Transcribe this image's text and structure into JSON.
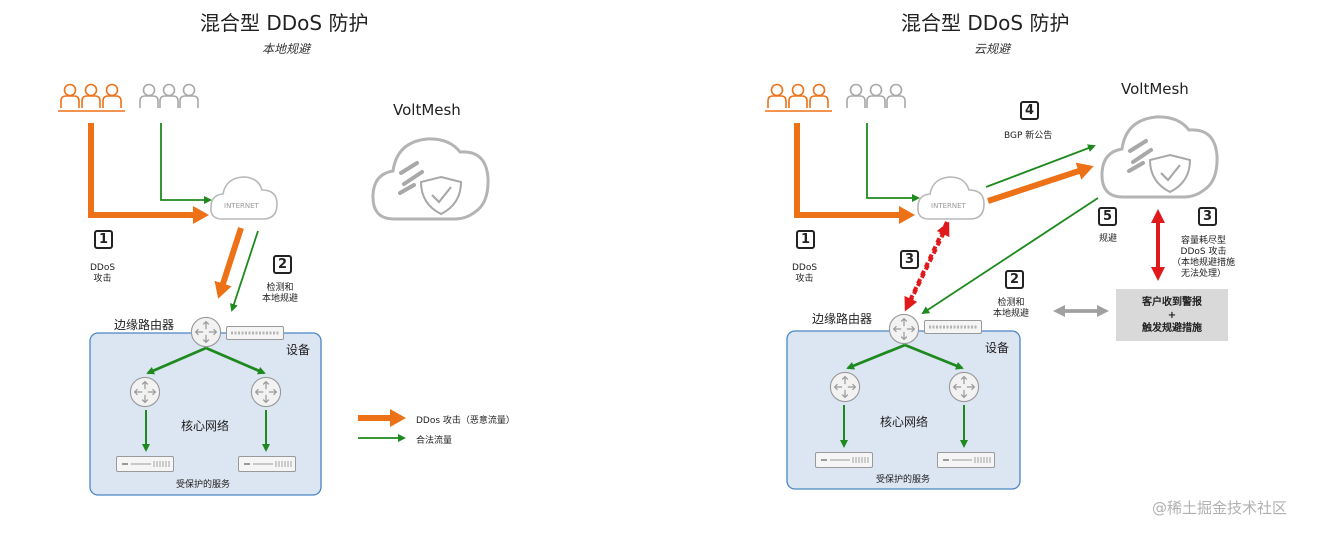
{
  "left": {
    "title": "混合型 DDoS 防护",
    "subtitle": "本地规避",
    "voltmesh": "VoltMesh",
    "internet": "INTERNET",
    "steps": [
      {
        "num": "1",
        "text_lines": [
          "DDoS",
          "攻击"
        ]
      },
      {
        "num": "2",
        "text_lines": [
          "检测和",
          "本地规避"
        ]
      }
    ],
    "edge_router": "边缘路由器",
    "device": "设备",
    "core_network": "核心网络",
    "protected_services": "受保护的服务"
  },
  "legend": {
    "ddos": "DDos 攻击（恶意流量）",
    "legit": "合法流量"
  },
  "right": {
    "title": "混合型 DDoS 防护",
    "subtitle": "云规避",
    "voltmesh": "VoltMesh",
    "internet": "INTERNET",
    "steps": [
      {
        "num": "1",
        "text_lines": [
          "DDoS",
          "攻击"
        ]
      },
      {
        "num": "2",
        "text_lines": [
          "检测和",
          "本地规避"
        ]
      },
      {
        "num": "3",
        "text_lines": []
      },
      {
        "num": "4",
        "text_lines": [
          "BGP 新公告"
        ]
      },
      {
        "num": "5",
        "text_lines": [
          "规避"
        ]
      },
      {
        "num": "3",
        "text_lines": [
          "容量耗尽型",
          "DDoS 攻击",
          "（本地规避措施",
          "无法处理）"
        ]
      }
    ],
    "notice_line1": "客户收到警报",
    "notice_line2": "+",
    "notice_line3": "触发规避措施",
    "edge_router": "边缘路由器",
    "device": "设备",
    "core_network": "核心网络",
    "protected_services": "受保护的服务"
  },
  "watermark": "@稀土掘金技术社区",
  "colors": {
    "attack": "#ed7117",
    "legit": "#1e8a1e",
    "red": "#e0191b",
    "panel": "#dce5f2",
    "panel_border": "#4a86c5"
  }
}
